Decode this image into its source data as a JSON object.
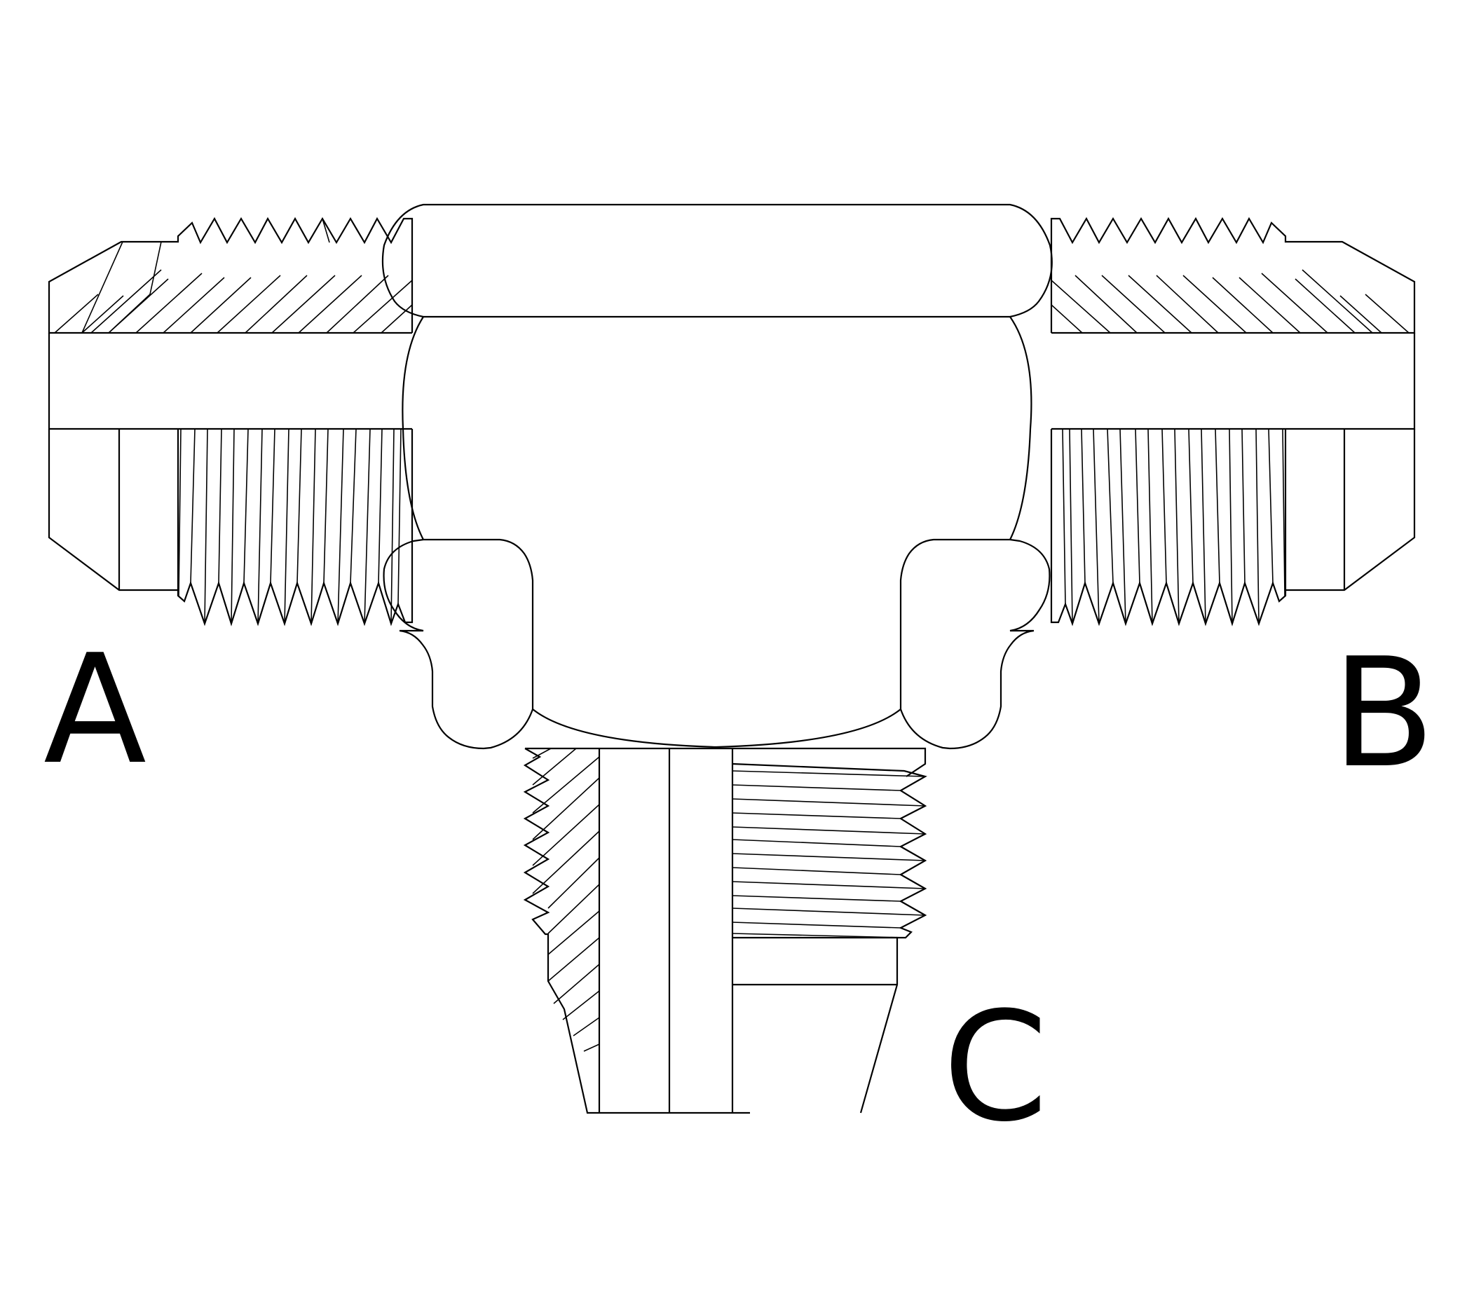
{
  "figure": {
    "subject": "Tee fitting cross-section (male flare x male flare x male pipe thread)",
    "line_color": "#000000",
    "background_color": "#ffffff"
  },
  "ports": [
    {
      "id": "A",
      "label": "A",
      "position": "left",
      "type": "flare-thread"
    },
    {
      "id": "B",
      "label": "B",
      "position": "right",
      "type": "flare-thread"
    },
    {
      "id": "C",
      "label": "C",
      "position": "bottom",
      "type": "tapered-pipe-thread"
    }
  ],
  "labels": {
    "a": "A",
    "b": "B",
    "c": "C"
  }
}
